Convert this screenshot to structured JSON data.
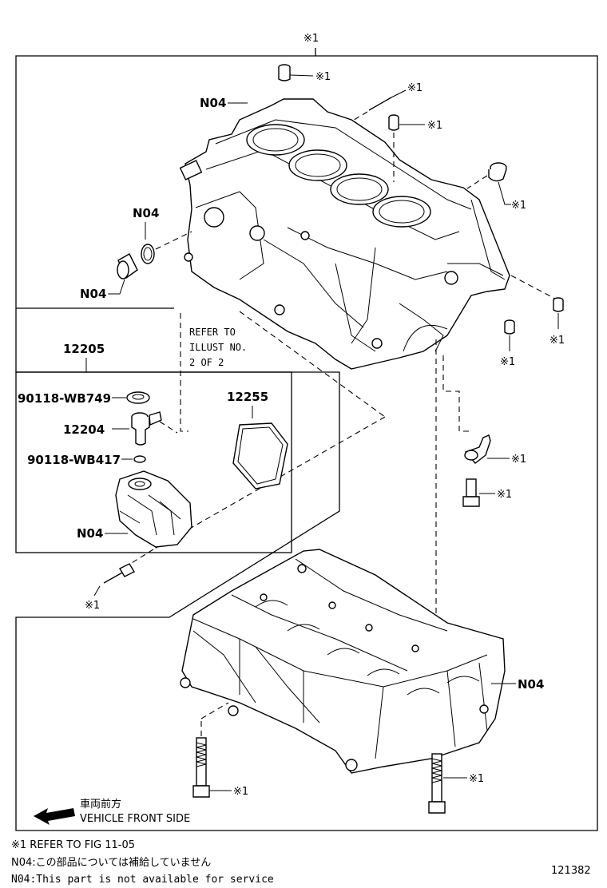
{
  "mark_ref": "※1",
  "parts": {
    "n04_label": "N04",
    "p12205": "12205",
    "p12255": "12255",
    "p12204": "12204",
    "p90118_wb749": "90118-WB749",
    "p90118_wb417": "90118-WB417"
  },
  "refer_note": [
    "REFER TO",
    "ILLUST NO.",
    "2 OF 2"
  ],
  "direction": {
    "jp": "車両前方",
    "en": "VEHICLE FRONT SIDE"
  },
  "footnotes": {
    "ref": "※1  REFER TO FIG 11-05",
    "n04_jp": "N04:この部品については補給していません",
    "n04_en": "N04:This part is not available for service"
  },
  "illustration_id": "121382"
}
